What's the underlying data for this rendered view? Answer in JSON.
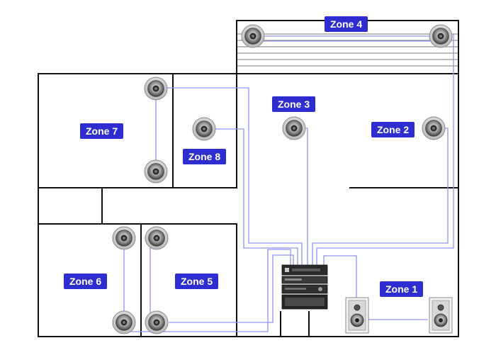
{
  "colors": {
    "zone_label_bg": "#2e2ed0",
    "wire": "#8f93f0",
    "wall": "#111111"
  },
  "zones": [
    {
      "id": "zone-4",
      "label": "Zone 4"
    },
    {
      "id": "zone-3",
      "label": "Zone 3"
    },
    {
      "id": "zone-2",
      "label": "Zone 2"
    },
    {
      "id": "zone-7",
      "label": "Zone 7"
    },
    {
      "id": "zone-8",
      "label": "Zone 8"
    },
    {
      "id": "zone-6",
      "label": "Zone 6"
    },
    {
      "id": "zone-5",
      "label": "Zone 5"
    },
    {
      "id": "zone-1",
      "label": "Zone 1"
    }
  ],
  "icons": {
    "ceiling_speaker": "ceiling-speaker-icon",
    "wall_speaker": "wall-speaker-icon",
    "equipment_rack": "equipment-rack-icon"
  }
}
